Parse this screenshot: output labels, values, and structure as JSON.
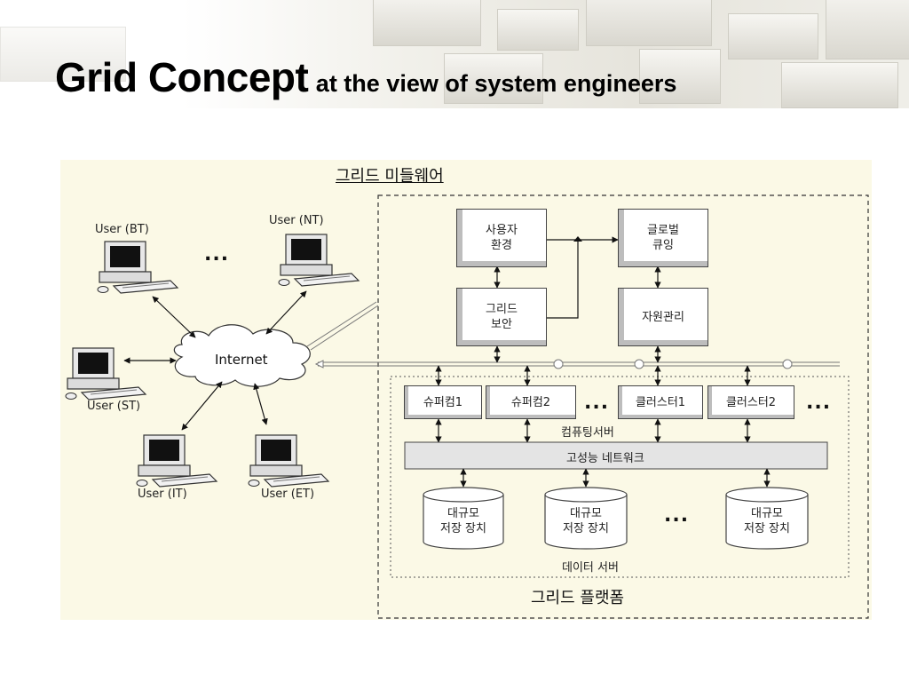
{
  "title": {
    "main": "Grid Concept",
    "sub": "at the view of system engineers"
  },
  "diagram": {
    "middleware_label": "그리드 미들웨어",
    "platform_label": "그리드 플랫폼",
    "internet_label": "Internet",
    "users": {
      "bt": "User (BT)",
      "nt": "User (NT)",
      "st": "User (ST)",
      "it": "User (IT)",
      "et": "User (ET)"
    },
    "boxes": {
      "user_env": "사용자\n환경",
      "global_queue": "글로벌\n큐잉",
      "grid_security": "그리드\n보안",
      "resource_mgmt": "자원관리",
      "super1": "슈퍼컴1",
      "super2": "슈퍼컴2",
      "cluster1": "클러스터1",
      "cluster2": "클러스터2",
      "network": "고성능 네트워크",
      "storage": "대규모\n저장 장치"
    },
    "computing_server_label": "컴퓨팅서버",
    "data_server_label": "데이터 서버",
    "ellipsis": "..."
  }
}
